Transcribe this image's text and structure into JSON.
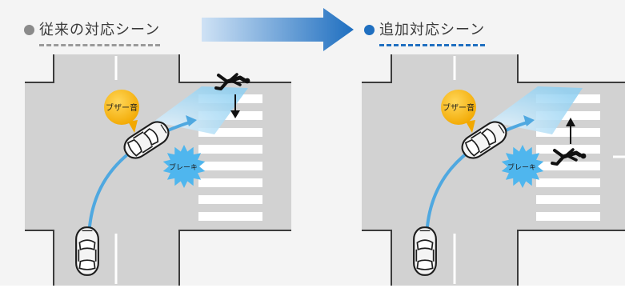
{
  "colors": {
    "gray_dot": "#8a8a8a",
    "blue_dot": "#1f6fc0",
    "road": "#d2d2d2",
    "curb": "#3c3c3c",
    "path_blue": "#4fa8e0",
    "arrow_blue": "#1f6fc0",
    "buzzer": "#f6b90e",
    "brake": "#4fb6ee"
  },
  "left_panel": {
    "title": "従来の対応シーン",
    "buzzer_label": "ブザー音",
    "brake_label": "ブレーキ"
  },
  "right_panel": {
    "title": "追加対応シーン",
    "buzzer_label": "ブザー音",
    "brake_label": "ブレーキ"
  }
}
